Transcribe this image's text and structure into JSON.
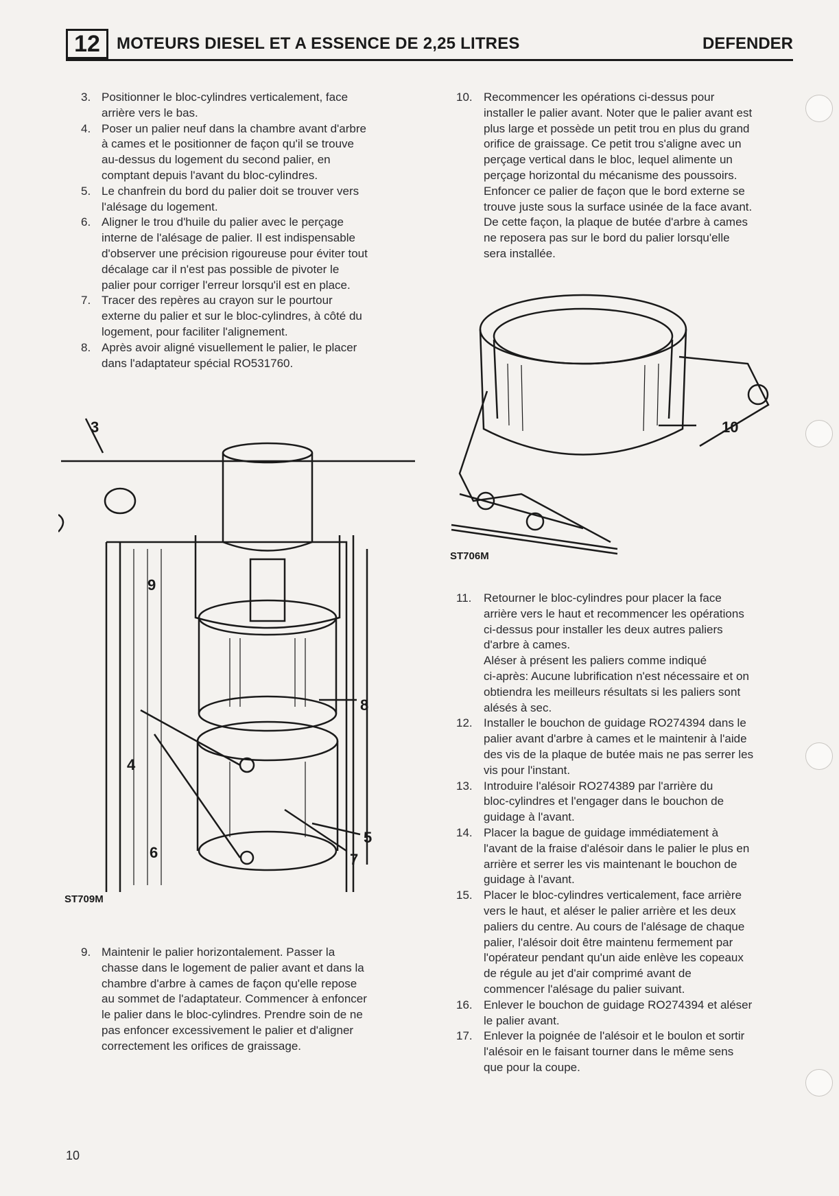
{
  "header": {
    "section_number": "12",
    "title": "MOTEURS DIESEL ET A ESSENCE DE 2,25 LITRES",
    "model": "DEFENDER"
  },
  "left_steps": [
    {
      "num": "3.",
      "text": "Positionner le bloc-cylindres verticalement, face\narrière vers le bas."
    },
    {
      "num": "4.",
      "text": "Poser un palier neuf dans la chambre avant d'arbre\nà cames et le positionner de façon qu'il se trouve\nau-dessus du logement du second palier, en\ncomptant depuis l'avant du bloc-cylindres."
    },
    {
      "num": "5.",
      "text": "Le chanfrein du bord du palier doit se trouver vers\nl'alésage du logement."
    },
    {
      "num": "6.",
      "text": "Aligner le trou d'huile du palier avec le perçage\ninterne de l'alésage de palier. Il est indispensable\nd'observer une précision rigoureuse pour éviter tout\ndécalage car il n'est pas possible de pivoter le\npalier pour corriger l'erreur lorsqu'il est en place."
    },
    {
      "num": "7.",
      "text": "Tracer des repères au crayon sur le pourtour\nexterne du palier et sur le bloc-cylindres, à côté du\nlogement, pour faciliter l'alignement."
    },
    {
      "num": "8.",
      "text": "Après avoir aligné visuellement le palier, le placer\ndans l'adaptateur spécial RO531760."
    }
  ],
  "step9": {
    "num": "9.",
    "text": "Maintenir le palier horizontalement. Passer la\nchasse dans le logement de palier avant et dans la\nchambre d'arbre à cames de façon qu'elle repose\nau sommet de l'adaptateur. Commencer à enfoncer\nle palier dans le bloc-cylindres. Prendre soin de ne\npas enfoncer excessivement le palier et d'aligner\ncorrectement les orifices de graissage."
  },
  "step10": {
    "num": "10.",
    "text": "Recommencer les opérations ci-dessus pour\ninstaller le palier avant. Noter que le palier avant est\nplus large et possède un petit trou en plus du grand\norifice de graissage. Ce petit trou s'aligne avec un\nperçage vertical dans le bloc, lequel alimente un\nperçage horizontal du mécanisme des poussoirs.\nEnfoncer ce palier de façon que le bord externe se\ntrouve juste sous la surface usinée de la face avant.\nDe cette façon, la plaque de butée d'arbre à cames\nne reposera pas sur le bord du palier lorsqu'elle\nsera installée."
  },
  "right_steps": [
    {
      "num": "11.",
      "text": "Retourner le bloc-cylindres pour placer la face\narrière vers le haut et recommencer les opérations\nci-dessus pour installer les deux autres paliers\nd'arbre à cames.\nAléser à présent les paliers comme indiqué\nci-après: Aucune lubrification n'est nécessaire et on\nobtiendra les meilleurs résultats si les paliers sont\nalésés à sec."
    },
    {
      "num": "12.",
      "text": "Installer le bouchon de guidage RO274394 dans le\npalier avant d'arbre à cames et le maintenir à l'aide\ndes vis de la plaque de butée mais ne pas serrer les\nvis pour l'instant."
    },
    {
      "num": "13.",
      "text": "Introduire l'alésoir RO274389 par l'arrière du\nbloc-cylindres et l'engager dans le bouchon de\nguidage à l'avant."
    },
    {
      "num": "14.",
      "text": "Placer la bague de guidage immédiatement à\nl'avant de la fraise d'alésoir dans le palier le plus en\narrière et serrer les vis maintenant le bouchon de\nguidage à l'avant."
    },
    {
      "num": "15.",
      "text": "Placer le bloc-cylindres verticalement, face arrière\nvers le haut, et aléser le palier arrière et les deux\npaliers du centre. Au cours de l'alésage de chaque\npalier, l'alésoir doit être maintenu fermement par\nl'opérateur pendant qu'un aide enlève les copeaux\nde régule au jet d'air comprimé avant de\ncommencer l'alésage du palier suivant."
    },
    {
      "num": "16.",
      "text": "Enlever le bouchon de guidage RO274394 et aléser\nle palier avant."
    },
    {
      "num": "17.",
      "text": "Enlever la poignée de l'alésoir et le boulon et sortir\nl'alésoir en le faisant tourner dans le même sens\nque pour la coupe."
    }
  ],
  "figure_left": {
    "code": "ST709M",
    "callouts": [
      "3",
      "9",
      "8",
      "4",
      "6",
      "5",
      "7"
    ]
  },
  "figure_right": {
    "code": "ST706M",
    "callouts": [
      "10"
    ]
  },
  "page_number": "10"
}
